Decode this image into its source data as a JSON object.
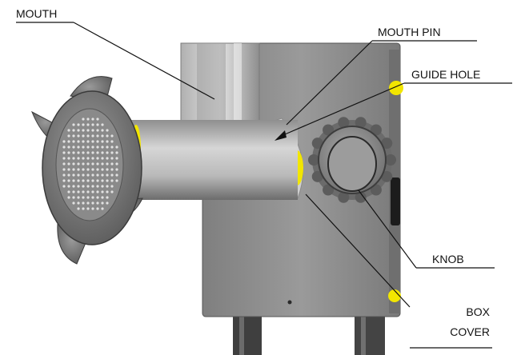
{
  "diagram": {
    "labels": {
      "mouth": "MOUTH",
      "mouth_pin": "MOUTH PIN",
      "guide_hole": "GUIDE HOLE",
      "knob": "KNOB",
      "box_cover_line1": "BOX",
      "box_cover_line2": "COVER"
    },
    "colors": {
      "background": "#ffffff",
      "metal_light": "#d9d9d9",
      "metal_mid": "#a8a8a8",
      "metal_dark": "#5e5e5e",
      "housing": "#8c8c8c",
      "accent_yellow": "#f2e600",
      "leader_line": "#111111"
    }
  }
}
